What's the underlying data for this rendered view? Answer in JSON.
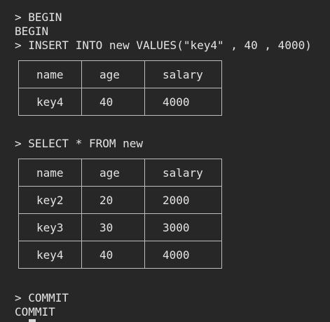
{
  "terminal": {
    "lines_top": [
      "> BEGIN",
      "BEGIN",
      "> INSERT INTO new VALUES(\"key4\" , 40 , 4000)"
    ],
    "insert_table": {
      "headers": [
        "name",
        "age",
        "salary"
      ],
      "rows": [
        [
          "key4",
          "40",
          "4000"
        ]
      ]
    },
    "select_command": "> SELECT * FROM new",
    "select_table": {
      "headers": [
        "name",
        "age",
        "salary"
      ],
      "rows": [
        [
          "key2",
          "20",
          "2000"
        ],
        [
          "key3",
          "30",
          "3000"
        ],
        [
          "key4",
          "40",
          "4000"
        ]
      ]
    },
    "lines_bottom": [
      "> COMMIT",
      "COMMIT"
    ]
  }
}
